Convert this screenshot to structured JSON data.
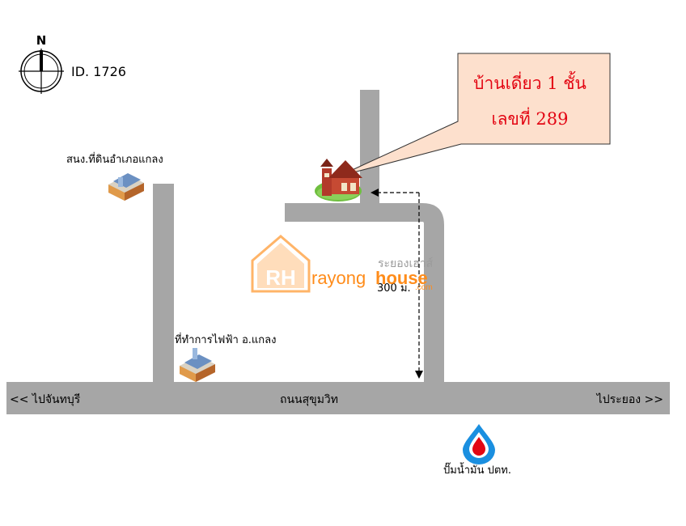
{
  "map_id": "ID. 1726",
  "compass": {
    "north_label": "N"
  },
  "callout": {
    "line1": "บ้านเดี่ยว 1 ชั้น",
    "line2": "เลขที่ 289"
  },
  "distance_label": "300 ม.",
  "main_road": {
    "name": "ถนนสุขุมวิท",
    "left_label": "<< ไปจันทบุรี",
    "right_label": "ไประยอง >>"
  },
  "places": {
    "land_office": "สนง.ที่ดินอำเภอแกลง",
    "electric_office": "ที่ทำการไฟฟ้า อ.แกลง",
    "gas_station": "ปั๊มน้ำมัน ปตท."
  },
  "watermark": {
    "logo_letters": "RH",
    "thai": "ระยองเฮาส์",
    "brand_part1": "rayong",
    "brand_part2": "house",
    "domain": ".com"
  },
  "colors": {
    "road": "#a6a6a6",
    "callout_fill": "#fde0cd",
    "callout_text": "#e30613",
    "logo_orange": "#ff8c1a",
    "gas_blue": "#1a8fe0",
    "gas_red": "#e30613"
  },
  "icons": [
    "compass-icon",
    "building-icon",
    "house-icon",
    "gas-drop-icon"
  ]
}
